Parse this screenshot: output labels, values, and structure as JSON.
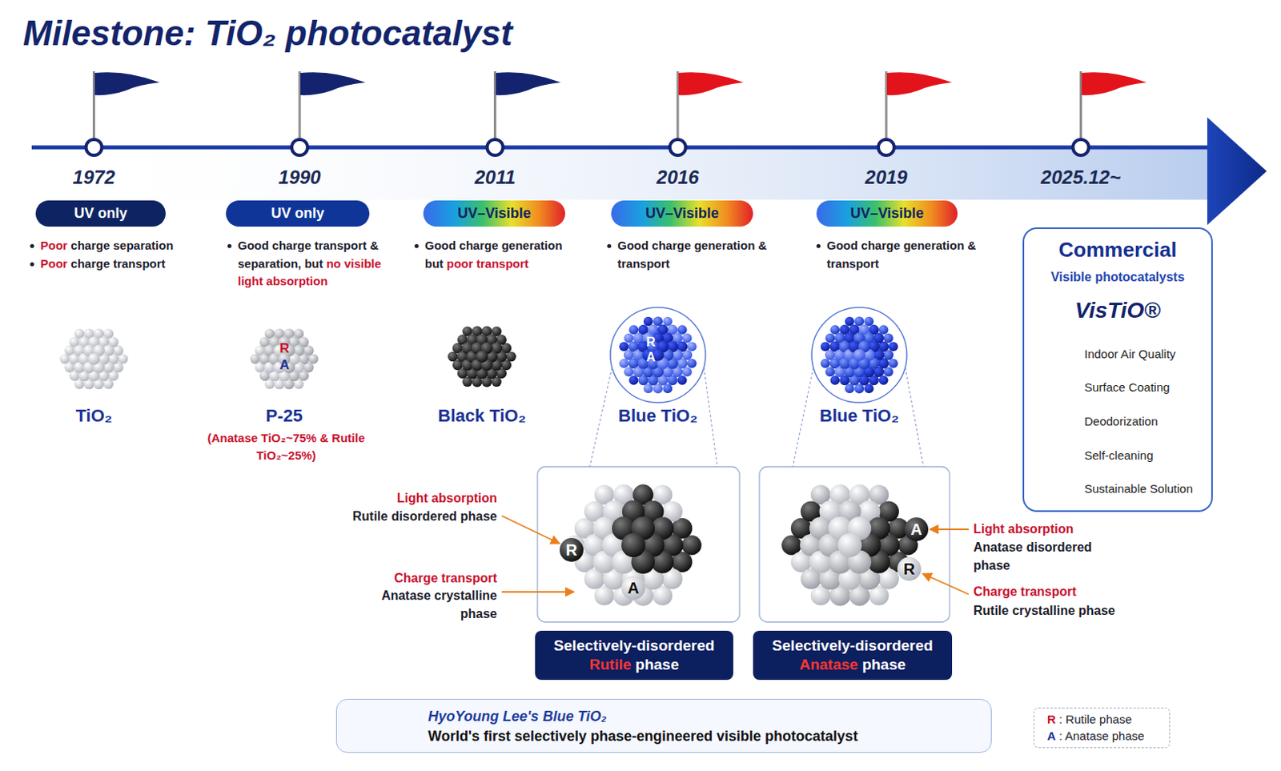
{
  "diagram": {
    "title": "Milestone: TiO₂ photocatalyst",
    "nodes": [
      {
        "text": [
          "UV only"
        ]
      },
      {
        "text": [
          "UV only"
        ]
      },
      {
        "text": [
          "UV–Visible"
        ]
      },
      {
        "text": [
          "UV–Visible"
        ]
      },
      {
        "text": [
          "UV–Visible"
        ]
      },
      {
        "text": [
          "Commercial",
          "Visible photocatalysts",
          "VisTiO®",
          "Indoor Air Quality",
          "Surface Coating",
          "Deodorization",
          "Self-cleaning",
          "Sustainable Solution"
        ]
      },
      {
        "text": [
          "Selectively-disordered Rutile phase"
        ]
      },
      {
        "text": [
          "Selectively-disordered Anatase phase"
        ]
      },
      {
        "text": [
          "HyoYoung Lee's Blue TiO₂",
          "World's first selectively phase-engineered visible photocatalyst"
        ]
      }
    ],
    "labels": [
      "1972",
      "1990",
      "2011",
      "2016",
      "2019",
      "2025.12~",
      "Poor charge separation",
      "Poor charge transport",
      "Good charge transport & separation, but no visible light absorption",
      "Good charge generation but poor transport",
      "Good charge generation & transport",
      "Good charge generation & transport",
      "TiO₂",
      "P-25",
      "(Anatase TiO₂~75% & Rutile TiO₂~25%)",
      "R",
      "A",
      "Black TiO₂",
      "R",
      "A",
      "Blue TiO₂",
      "Blue TiO₂",
      "Light absorption",
      "Rutile disordered phase",
      "Charge transport",
      "Anatase crystalline phase",
      "R",
      "A",
      "A",
      "R",
      "Light absorption",
      "Anatase disordered phase",
      "Charge transport",
      "Rutile crystalline phase"
    ],
    "legend": [
      {
        "text": "R : Rutile phase"
      },
      {
        "text": "A : Anatase phase"
      }
    ]
  }
}
